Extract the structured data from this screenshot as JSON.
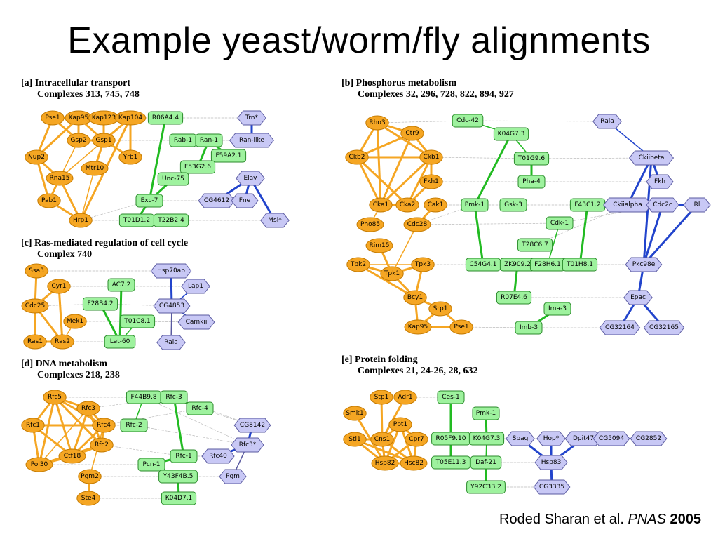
{
  "title": "Example yeast/worm/fly alignments",
  "citation": {
    "authors": "Roded Sharan et al.",
    "journal": "PNAS",
    "year": "2005"
  },
  "colors": {
    "yeast": "#f5a623",
    "yeast_stroke": "#c47a00",
    "worm": "#9ef29e",
    "worm_stroke": "#2a8a2a",
    "fly": "#c8c8f5",
    "fly_stroke": "#5a5aa0",
    "orange_edge": "#f5a623",
    "green_edge": "#22bb22",
    "blue_edge": "#2244cc",
    "gray_edge": "#bbbbbb"
  },
  "panels": [
    {
      "id": "a",
      "heading": "[a] Intracellular transport",
      "sub": "Complexes 313, 745, 748"
    },
    {
      "id": "b",
      "heading": "[b] Phosphorus metabolism",
      "sub": "Complexes 32, 296, 728, 822, 894, 927"
    },
    {
      "id": "c",
      "heading": "[c] Ras-mediated regulation of cell cycle",
      "sub": "Complex 740"
    },
    {
      "id": "d",
      "heading": "[d] DNA metabolism",
      "sub": "Complexes 218, 238"
    },
    {
      "id": "e",
      "heading": "[e] Protein folding",
      "sub": "Complexes 21, 24-26, 28, 632"
    }
  ],
  "nodes": [
    {
      "id": "a_Pse1",
      "label": "Pse1",
      "kind": "yeast"
    },
    {
      "id": "a_Kap95",
      "label": "Kap95",
      "kind": "yeast"
    },
    {
      "id": "a_Kap123",
      "label": "Kap123",
      "kind": "yeast"
    },
    {
      "id": "a_Kap104",
      "label": "Kap104",
      "kind": "yeast"
    },
    {
      "id": "a_Gsp2",
      "label": "Gsp2",
      "kind": "yeast"
    },
    {
      "id": "a_Gsp1",
      "label": "Gsp1",
      "kind": "yeast"
    },
    {
      "id": "a_Nup2",
      "label": "Nup2",
      "kind": "yeast"
    },
    {
      "id": "a_Yrb1",
      "label": "Yrb1",
      "kind": "yeast"
    },
    {
      "id": "a_Mtr10",
      "label": "Mtr10",
      "kind": "yeast"
    },
    {
      "id": "a_Rna15",
      "label": "Rna15",
      "kind": "yeast"
    },
    {
      "id": "a_Pab1",
      "label": "Pab1",
      "kind": "yeast"
    },
    {
      "id": "a_Hrp1",
      "label": "Hrp1",
      "kind": "yeast"
    },
    {
      "id": "a_R06A4.4",
      "label": "R06A4.4",
      "kind": "worm"
    },
    {
      "id": "a_Rab-1",
      "label": "Rab-1",
      "kind": "worm"
    },
    {
      "id": "a_Ran-1",
      "label": "Ran-1",
      "kind": "worm"
    },
    {
      "id": "a_F59A2.1",
      "label": "F59A2.1",
      "kind": "worm"
    },
    {
      "id": "a_F53G2.6",
      "label": "F53G2.6",
      "kind": "worm"
    },
    {
      "id": "a_Unc-75",
      "label": "Unc-75",
      "kind": "worm"
    },
    {
      "id": "a_Exc-7",
      "label": "Exc-7",
      "kind": "worm"
    },
    {
      "id": "a_T01D1.2",
      "label": "T01D1.2",
      "kind": "worm"
    },
    {
      "id": "a_T22B2.4",
      "label": "T22B2.4",
      "kind": "worm"
    },
    {
      "id": "a_Trn",
      "label": "Trn*",
      "kind": "fly"
    },
    {
      "id": "a_Ran-like",
      "label": "Ran-like",
      "kind": "fly"
    },
    {
      "id": "a_Elav",
      "label": "Elav",
      "kind": "fly"
    },
    {
      "id": "a_CG4612",
      "label": "CG4612",
      "kind": "fly"
    },
    {
      "id": "a_Fne",
      "label": "Fne",
      "kind": "fly"
    },
    {
      "id": "a_Msi",
      "label": "Msi*",
      "kind": "fly"
    },
    {
      "id": "b_Rho3",
      "label": "Rho3",
      "kind": "yeast"
    },
    {
      "id": "b_Ctr9",
      "label": "Ctr9",
      "kind": "yeast"
    },
    {
      "id": "b_Ckb2",
      "label": "Ckb2",
      "kind": "yeast"
    },
    {
      "id": "b_Ckb1",
      "label": "Ckb1",
      "kind": "yeast"
    },
    {
      "id": "b_Fkh1",
      "label": "Fkh1",
      "kind": "yeast"
    },
    {
      "id": "b_Cka1",
      "label": "Cka1",
      "kind": "yeast"
    },
    {
      "id": "b_Cka2",
      "label": "Cka2",
      "kind": "yeast"
    },
    {
      "id": "b_Cak1",
      "label": "Cak1",
      "kind": "yeast"
    },
    {
      "id": "b_Pho85",
      "label": "Pho85",
      "kind": "yeast"
    },
    {
      "id": "b_Cdc28",
      "label": "Cdc28",
      "kind": "yeast"
    },
    {
      "id": "b_Rim15",
      "label": "Rim15",
      "kind": "yeast"
    },
    {
      "id": "b_Tpk2",
      "label": "Tpk2",
      "kind": "yeast"
    },
    {
      "id": "b_Tpk3",
      "label": "Tpk3",
      "kind": "yeast"
    },
    {
      "id": "b_Tpk1",
      "label": "Tpk1",
      "kind": "yeast"
    },
    {
      "id": "b_Bcy1",
      "label": "Bcy1",
      "kind": "yeast"
    },
    {
      "id": "b_Srp1",
      "label": "Srp1",
      "kind": "yeast"
    },
    {
      "id": "b_Kap95",
      "label": "Kap95",
      "kind": "yeast"
    },
    {
      "id": "b_Pse1",
      "label": "Pse1",
      "kind": "yeast"
    },
    {
      "id": "b_Cdc-42",
      "label": "Cdc-42",
      "kind": "worm"
    },
    {
      "id": "b_K04G7.3",
      "label": "K04G7.3",
      "kind": "worm"
    },
    {
      "id": "b_T01G9.6",
      "label": "T01G9.6",
      "kind": "worm"
    },
    {
      "id": "b_Pha-4",
      "label": "Pha-4",
      "kind": "worm"
    },
    {
      "id": "b_Pmk-1",
      "label": "Pmk-1",
      "kind": "worm"
    },
    {
      "id": "b_Gsk-3",
      "label": "Gsk-3",
      "kind": "worm"
    },
    {
      "id": "b_F43C1.2",
      "label": "F43C1.2",
      "kind": "worm"
    },
    {
      "id": "b_Cdk-1",
      "label": "Cdk-1",
      "kind": "worm"
    },
    {
      "id": "b_T28C6.7",
      "label": "T28C6.7",
      "kind": "worm"
    },
    {
      "id": "b_C54G4.1",
      "label": "C54G4.1",
      "kind": "worm"
    },
    {
      "id": "b_ZK909.2",
      "label": "ZK909.2",
      "kind": "worm"
    },
    {
      "id": "b_F28H6.1",
      "label": "F28H6.1",
      "kind": "worm"
    },
    {
      "id": "b_T01H8.1",
      "label": "T01H8.1",
      "kind": "worm"
    },
    {
      "id": "b_R07E4.6",
      "label": "R07E4.6",
      "kind": "worm"
    },
    {
      "id": "b_Ima-3",
      "label": "Ima-3",
      "kind": "worm"
    },
    {
      "id": "b_Imb-3",
      "label": "Imb-3",
      "kind": "worm"
    },
    {
      "id": "b_Rala",
      "label": "Rala",
      "kind": "fly"
    },
    {
      "id": "b_Ckiibeta",
      "label": "Ckiibeta",
      "kind": "fly"
    },
    {
      "id": "b_Fkh",
      "label": "Fkh",
      "kind": "fly"
    },
    {
      "id": "b_Ckiialpha",
      "label": "Ckiialpha",
      "kind": "fly"
    },
    {
      "id": "b_Cdc2c",
      "label": "Cdc2c",
      "kind": "fly"
    },
    {
      "id": "b_Rl",
      "label": "Rl",
      "kind": "fly"
    },
    {
      "id": "b_Pkc98e",
      "label": "Pkc98e",
      "kind": "fly"
    },
    {
      "id": "b_Epac",
      "label": "Epac",
      "kind": "fly"
    },
    {
      "id": "b_CG32164",
      "label": "CG32164",
      "kind": "fly"
    },
    {
      "id": "b_CG32165",
      "label": "CG32165",
      "kind": "fly"
    },
    {
      "id": "c_Ssa3",
      "label": "Ssa3",
      "kind": "yeast"
    },
    {
      "id": "c_Cyr1",
      "label": "Cyr1",
      "kind": "yeast"
    },
    {
      "id": "c_Cdc25",
      "label": "Cdc25",
      "kind": "yeast"
    },
    {
      "id": "c_Mek1",
      "label": "Mek1",
      "kind": "yeast"
    },
    {
      "id": "c_Ras1",
      "label": "Ras1",
      "kind": "yeast"
    },
    {
      "id": "c_Ras2",
      "label": "Ras2",
      "kind": "yeast"
    },
    {
      "id": "c_AC7.2",
      "label": "AC7.2",
      "kind": "worm"
    },
    {
      "id": "c_F28B4.2",
      "label": "F28B4.2",
      "kind": "worm"
    },
    {
      "id": "c_T01C8.1",
      "label": "T01C8.1",
      "kind": "worm"
    },
    {
      "id": "c_Let-60",
      "label": "Let-60",
      "kind": "worm"
    },
    {
      "id": "c_Hsp70ab",
      "label": "Hsp70ab",
      "kind": "fly"
    },
    {
      "id": "c_Lap1",
      "label": "Lap1",
      "kind": "fly"
    },
    {
      "id": "c_CG4853",
      "label": "CG4853",
      "kind": "fly"
    },
    {
      "id": "c_Camkii",
      "label": "Camkii",
      "kind": "fly"
    },
    {
      "id": "c_Rala",
      "label": "Rala",
      "kind": "fly"
    },
    {
      "id": "d_Rfc5",
      "label": "Rfc5",
      "kind": "yeast"
    },
    {
      "id": "d_Rfc3",
      "label": "Rfc3",
      "kind": "yeast"
    },
    {
      "id": "d_Rfc1",
      "label": "Rfc1",
      "kind": "yeast"
    },
    {
      "id": "d_Rfc4",
      "label": "Rfc4",
      "kind": "yeast"
    },
    {
      "id": "d_Rfc2",
      "label": "Rfc2",
      "kind": "yeast"
    },
    {
      "id": "d_Ctf18",
      "label": "Ctf18",
      "kind": "yeast"
    },
    {
      "id": "d_Pol30",
      "label": "Pol30",
      "kind": "yeast"
    },
    {
      "id": "d_Pgm2",
      "label": "Pgm2",
      "kind": "yeast"
    },
    {
      "id": "d_Ste4",
      "label": "Ste4",
      "kind": "yeast"
    },
    {
      "id": "d_F44B9.8",
      "label": "F44B9.8",
      "kind": "worm"
    },
    {
      "id": "d_Rfc-3",
      "label": "Rfc-3",
      "kind": "worm"
    },
    {
      "id": "d_Rfc-4",
      "label": "Rfc-4",
      "kind": "worm"
    },
    {
      "id": "d_Rfc-2",
      "label": "Rfc-2",
      "kind": "worm"
    },
    {
      "id": "d_Rfc-1",
      "label": "Rfc-1",
      "kind": "worm"
    },
    {
      "id": "d_Pcn-1",
      "label": "Pcn-1",
      "kind": "worm"
    },
    {
      "id": "d_Y43F4B.5",
      "label": "Y43F4B.5",
      "kind": "worm"
    },
    {
      "id": "d_K04D7.1",
      "label": "K04D7.1",
      "kind": "worm"
    },
    {
      "id": "d_CG8142",
      "label": "CG8142",
      "kind": "fly"
    },
    {
      "id": "d_Rfc3s",
      "label": "Rfc3*",
      "kind": "fly"
    },
    {
      "id": "d_Rfc40",
      "label": "Rfc40",
      "kind": "fly"
    },
    {
      "id": "d_Pgm",
      "label": "Pgm",
      "kind": "fly"
    },
    {
      "id": "e_Stp1",
      "label": "Stp1",
      "kind": "yeast"
    },
    {
      "id": "e_Adr1",
      "label": "Adr1",
      "kind": "yeast"
    },
    {
      "id": "e_Smk1",
      "label": "Smk1",
      "kind": "yeast"
    },
    {
      "id": "e_Ppt1",
      "label": "Ppt1",
      "kind": "yeast"
    },
    {
      "id": "e_Sti1",
      "label": "Sti1",
      "kind": "yeast"
    },
    {
      "id": "e_Cns1",
      "label": "Cns1",
      "kind": "yeast"
    },
    {
      "id": "e_Cpr7",
      "label": "Cpr7",
      "kind": "yeast"
    },
    {
      "id": "e_Hsp82",
      "label": "Hsp82",
      "kind": "yeast"
    },
    {
      "id": "e_Hsc82",
      "label": "Hsc82",
      "kind": "yeast"
    },
    {
      "id": "e_Ces-1",
      "label": "Ces-1",
      "kind": "worm"
    },
    {
      "id": "e_Pmk-1",
      "label": "Pmk-1",
      "kind": "worm"
    },
    {
      "id": "e_R05F9.10",
      "label": "R05F9.10",
      "kind": "worm"
    },
    {
      "id": "e_K04G7.3",
      "label": "K04G7.3",
      "kind": "worm"
    },
    {
      "id": "e_T05E11.3",
      "label": "T05E11.3",
      "kind": "worm"
    },
    {
      "id": "e_Daf-21",
      "label": "Daf-21",
      "kind": "worm"
    },
    {
      "id": "e_Y92C3B.2",
      "label": "Y92C3B.2",
      "kind": "worm"
    },
    {
      "id": "e_Spag",
      "label": "Spag",
      "kind": "fly"
    },
    {
      "id": "e_Hop",
      "label": "Hop*",
      "kind": "fly"
    },
    {
      "id": "e_Dpit47",
      "label": "Dpit47",
      "kind": "fly"
    },
    {
      "id": "e_CG5094",
      "label": "CG5094",
      "kind": "fly"
    },
    {
      "id": "e_CG2852",
      "label": "CG2852",
      "kind": "fly"
    },
    {
      "id": "e_Hsp83",
      "label": "Hsp83",
      "kind": "fly"
    },
    {
      "id": "e_CG3335",
      "label": "CG3335",
      "kind": "fly"
    }
  ]
}
